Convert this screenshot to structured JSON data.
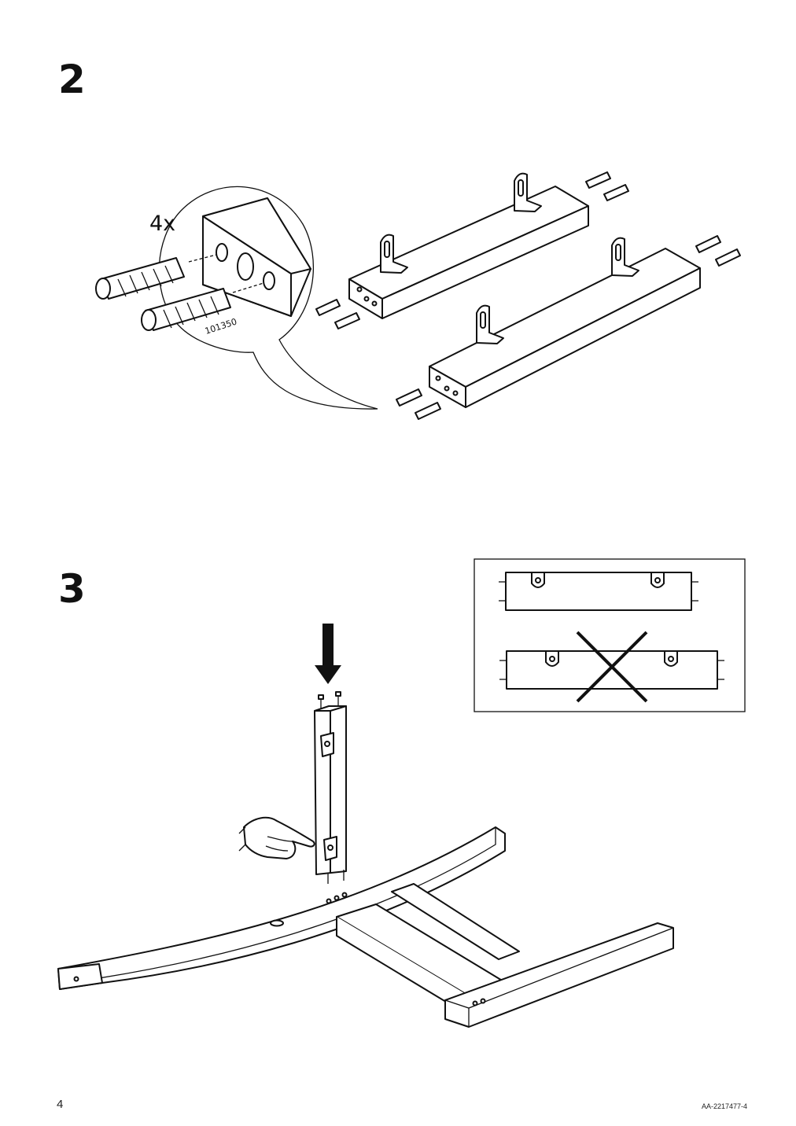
{
  "page": {
    "page_number": "4",
    "document_id": "AA-2217477-4"
  },
  "step2": {
    "number": "2",
    "quantity_label": "4x",
    "part_number": "101350"
  },
  "step3": {
    "number": "3"
  },
  "colors": {
    "ink": "#111111",
    "paper": "#ffffff",
    "grey_fill": "#e6e6e6"
  }
}
